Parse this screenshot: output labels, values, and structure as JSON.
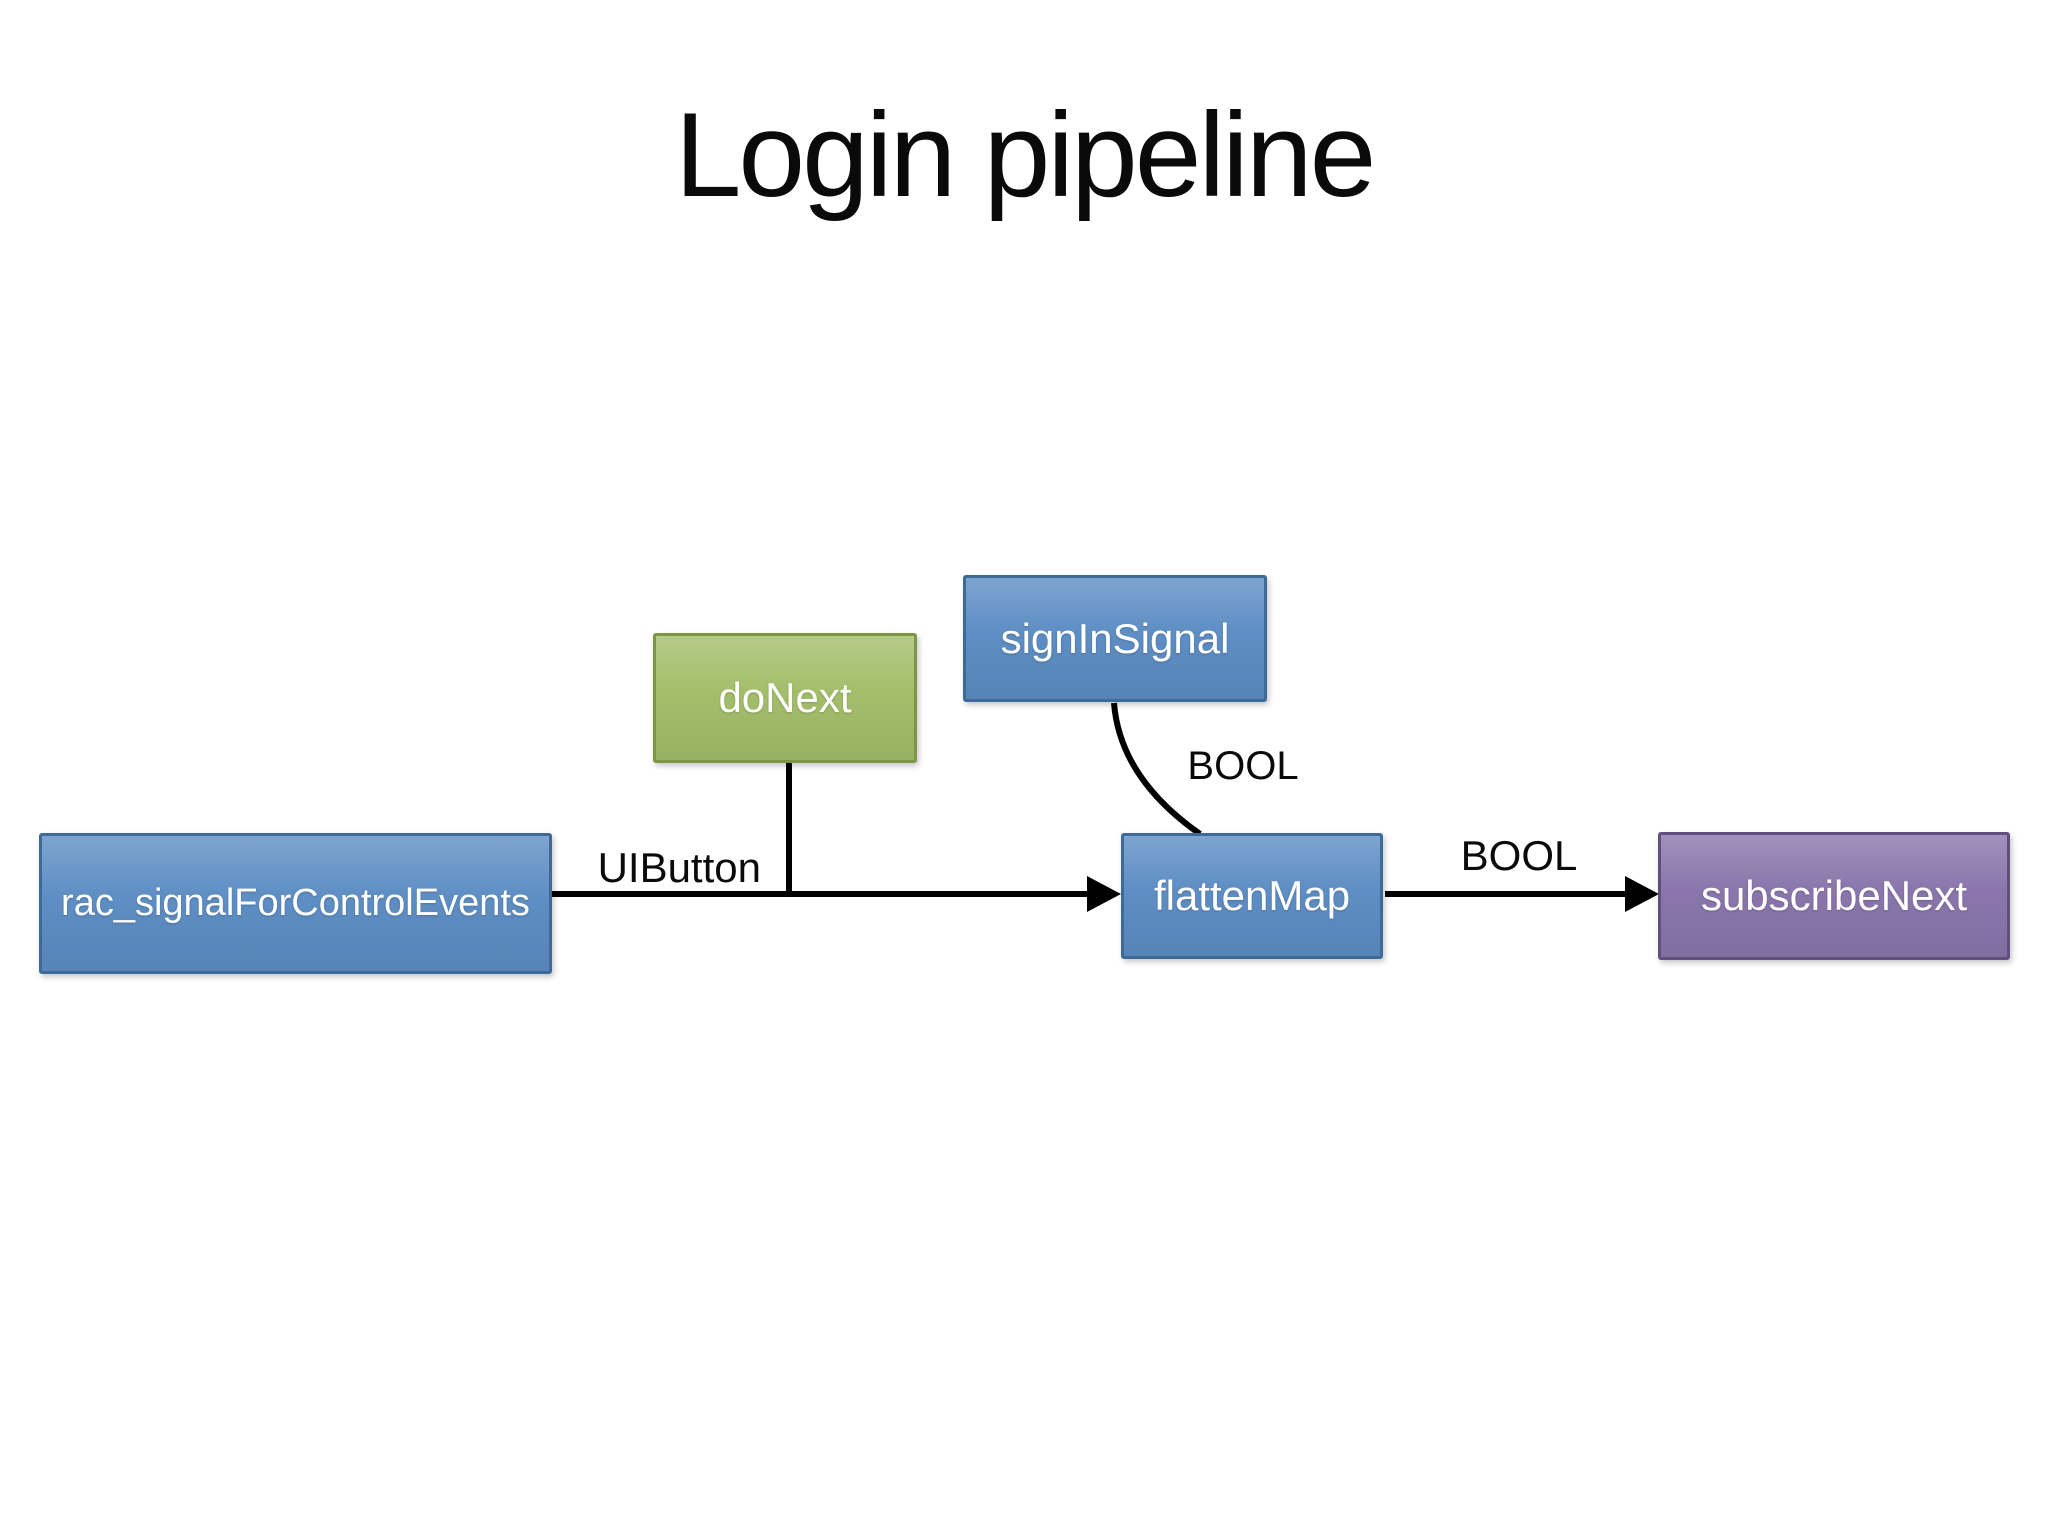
{
  "title": "Login pipeline",
  "diagram": {
    "nodes": [
      {
        "id": "rac_signalForControlEvents",
        "label": "rac_signalForControlEvents",
        "color": "blue"
      },
      {
        "id": "doNext",
        "label": "doNext",
        "color": "green"
      },
      {
        "id": "signInSignal",
        "label": "signInSignal",
        "color": "blue"
      },
      {
        "id": "flattenMap",
        "label": "flattenMap",
        "color": "blue"
      },
      {
        "id": "subscribeNext",
        "label": "subscribeNext",
        "color": "purple"
      }
    ],
    "edges": [
      {
        "from": "rac_signalForControlEvents",
        "to": "flattenMap",
        "label": "UIButton",
        "style": "arrow"
      },
      {
        "from": "doNext",
        "to": "rac_signalForControlEvents-flattenMap-line",
        "label": "",
        "style": "line"
      },
      {
        "from": "signInSignal",
        "to": "flattenMap",
        "label": "BOOL",
        "style": "curve"
      },
      {
        "from": "flattenMap",
        "to": "subscribeNext",
        "label": "BOOL",
        "style": "arrow"
      }
    ],
    "colors": {
      "blue_fill": "#5E8EC4",
      "blue_border": "#3D6A99",
      "green_fill": "#A3BE6B",
      "green_border": "#7C9646",
      "purple_fill": "#8A76AC",
      "purple_border": "#60507F",
      "line": "#000000",
      "text": "#FFFFFF"
    }
  }
}
